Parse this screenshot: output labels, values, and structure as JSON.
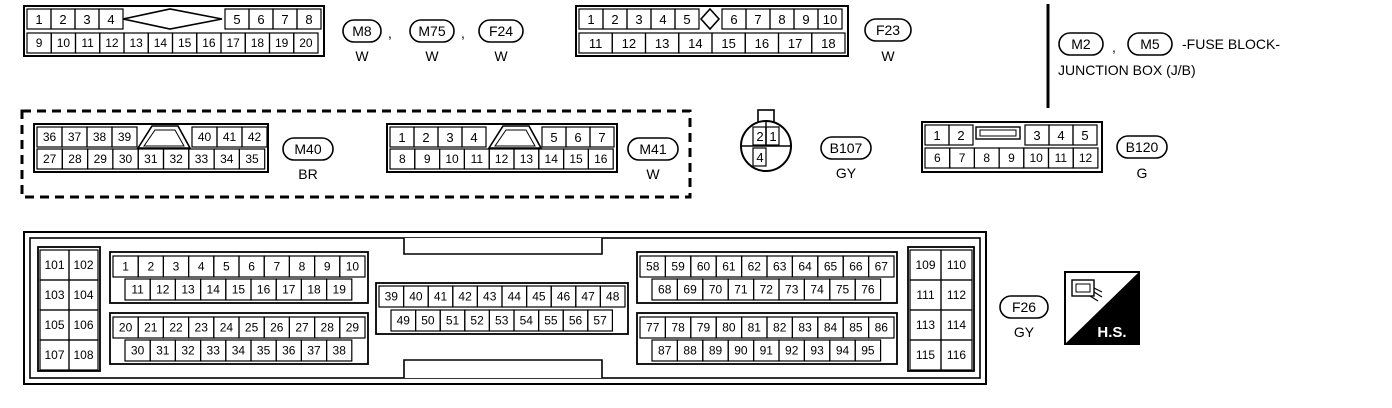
{
  "connectors": {
    "m8_group": {
      "row1a": [
        "1",
        "2",
        "3",
        "4"
      ],
      "row1b": [
        "5",
        "6",
        "7",
        "8"
      ],
      "row2": [
        "9",
        "10",
        "11",
        "12",
        "13",
        "14",
        "15",
        "16",
        "17",
        "18",
        "19",
        "20"
      ],
      "badges": [
        "M8",
        "M75",
        "F24"
      ],
      "separators": [
        ",",
        ","
      ],
      "colors": [
        "W",
        "W",
        "W"
      ]
    },
    "f23": {
      "row1a": [
        "1",
        "2",
        "3",
        "4",
        "5"
      ],
      "row1b": [
        "6",
        "7",
        "8",
        "9",
        "10"
      ],
      "row2": [
        "11",
        "12",
        "13",
        "14",
        "15",
        "16",
        "17",
        "18"
      ],
      "badge": "F23",
      "color": "W"
    },
    "m40": {
      "row1a": [
        "36",
        "37",
        "38",
        "39"
      ],
      "row1b": [
        "40",
        "41",
        "42"
      ],
      "row2": [
        "27",
        "28",
        "29",
        "30",
        "31",
        "32",
        "33",
        "34",
        "35"
      ],
      "badge": "M40",
      "color": "BR"
    },
    "m41": {
      "row1a": [
        "1",
        "2",
        "3",
        "4"
      ],
      "row1b": [
        "5",
        "6",
        "7"
      ],
      "row2": [
        "8",
        "9",
        "10",
        "11",
        "12",
        "13",
        "14",
        "15",
        "16"
      ],
      "badge": "M41",
      "color": "W"
    },
    "b107": {
      "pins": [
        "2",
        "1",
        "4"
      ],
      "badge": "B107",
      "color": "GY"
    },
    "b120": {
      "row1a": [
        "1",
        "2"
      ],
      "row1b": [
        "3",
        "4",
        "5"
      ],
      "row2": [
        "6",
        "7",
        "8",
        "9",
        "10",
        "11",
        "12"
      ],
      "badge": "B120",
      "color": "G"
    },
    "f26": {
      "left_col": [
        "101",
        "102",
        "103",
        "104",
        "105",
        "106",
        "107",
        "108"
      ],
      "g1_row1": [
        "1",
        "2",
        "3",
        "4",
        "5",
        "6",
        "7",
        "8",
        "9",
        "10"
      ],
      "g1_row2": [
        "11",
        "12",
        "13",
        "14",
        "15",
        "16",
        "17",
        "18",
        "19"
      ],
      "g2_row1": [
        "20",
        "21",
        "22",
        "23",
        "24",
        "25",
        "26",
        "27",
        "28",
        "29"
      ],
      "g2_row2": [
        "30",
        "31",
        "32",
        "33",
        "34",
        "35",
        "36",
        "37",
        "38"
      ],
      "mid_row1": [
        "39",
        "40",
        "41",
        "42",
        "43",
        "44",
        "45",
        "46",
        "47",
        "48"
      ],
      "mid_row2": [
        "49",
        "50",
        "51",
        "52",
        "53",
        "54",
        "55",
        "56",
        "57"
      ],
      "g3_row1": [
        "58",
        "59",
        "60",
        "61",
        "62",
        "63",
        "64",
        "65",
        "66",
        "67"
      ],
      "g3_row2": [
        "68",
        "69",
        "70",
        "71",
        "72",
        "73",
        "74",
        "75",
        "76"
      ],
      "g4_row1": [
        "77",
        "78",
        "79",
        "80",
        "81",
        "82",
        "83",
        "84",
        "85",
        "86"
      ],
      "g4_row2": [
        "87",
        "88",
        "89",
        "90",
        "91",
        "92",
        "93",
        "94",
        "95"
      ],
      "right_col": [
        "109",
        "110",
        "111",
        "112",
        "113",
        "114",
        "115",
        "116"
      ],
      "badge": "F26",
      "color": "GY"
    }
  },
  "jb_note": {
    "badges": [
      "M2",
      "M5"
    ],
    "separator": ",",
    "line1": "-FUSE BLOCK-",
    "line2": "JUNCTION BOX (J/B)"
  },
  "hs_icon": {
    "label": "H.S."
  }
}
